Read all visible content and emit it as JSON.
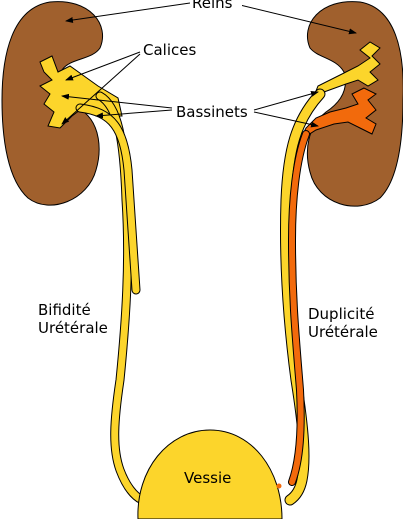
{
  "labels": {
    "reins": "Reins",
    "calices": "Calices",
    "bassinets": "Bassinets",
    "bifidite_line1": "Bifidité",
    "bifidite_line2": "Urétérale",
    "duplicite_line1": "Duplicité",
    "duplicite_line2": "Urétérale",
    "vessie": "Vessie"
  },
  "colors": {
    "kidney": "#a0602d",
    "urine": "#fcd52b",
    "duplicate": "#f26a0c",
    "outline": "#000000"
  }
}
